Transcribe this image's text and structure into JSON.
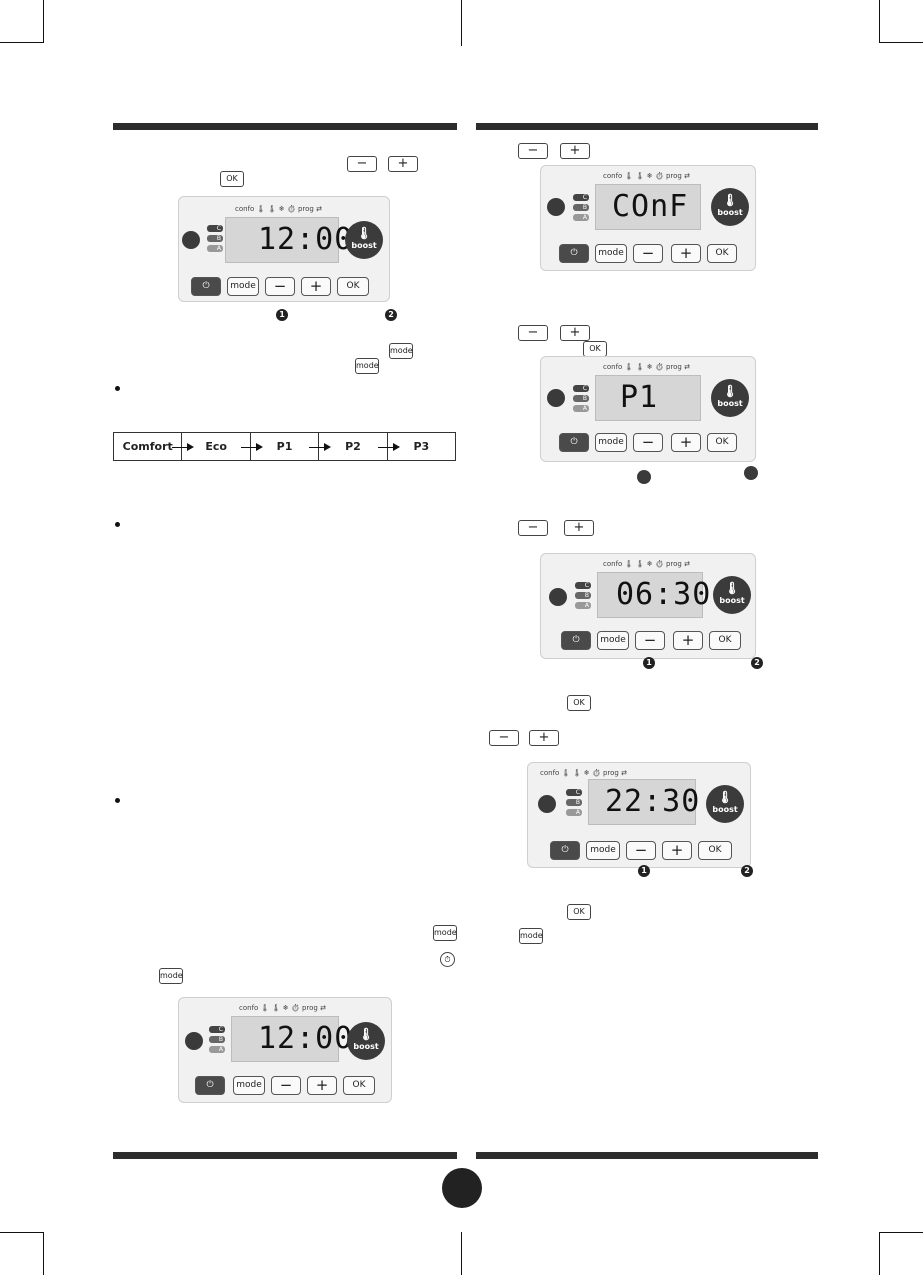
{
  "keys": {
    "minus": "−",
    "plus": "+",
    "ok": "OK",
    "mode": "mode"
  },
  "sequence": [
    "Comfort",
    "Eco",
    "P1",
    "P2",
    "P3"
  ],
  "panel": {
    "icons_label": "confo  🌡  🌡  ❄  ⏱ prog  ⇄",
    "zones": [
      "C",
      "B",
      "A"
    ],
    "boost_label": "boost",
    "buttons": {
      "mode": "mode",
      "ok": "OK",
      "minus": "−",
      "plus": "+"
    },
    "steps": [
      "1",
      "2"
    ]
  },
  "displays": {
    "p1": "12:00",
    "p2": "12:00",
    "p3": "COnF",
    "p4": "P1",
    "p5": "06:30",
    "p6": "22:30"
  },
  "colors": {
    "rule": "#2d2d2d",
    "panel": "#f1f1f1",
    "lcd": "#d6d6d6"
  }
}
